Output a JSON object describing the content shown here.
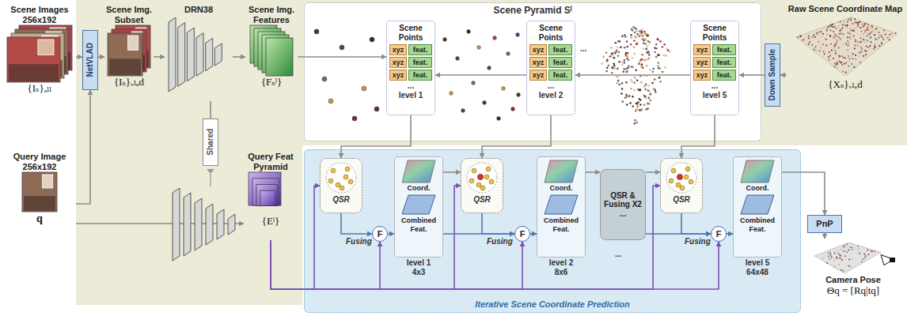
{
  "diagram": {
    "nodes": [
      {
        "text": [
          "Scene Images 256x192",
          "{Iₛ}ₐₗₗ"
        ]
      },
      {
        "text": [
          "NetVLAD"
        ]
      },
      {
        "text": [
          "Scene Img. Subset",
          "{Iₛ}ᵥₗₐd"
        ]
      },
      {
        "text": [
          "DRN38"
        ]
      },
      {
        "text": [
          "Scene Img. Features",
          "{Fₛˡ}"
        ]
      },
      {
        "text": [
          "Scene Pyramid Sˡ"
        ]
      },
      {
        "text": [
          "Scene Points",
          "xyz",
          "feat.",
          "xyz",
          "feat.",
          "xyz",
          "feat.",
          "...",
          "level 1"
        ],
        "in": 5
      },
      {
        "text": [
          "Scene Points",
          "xyz",
          "feat.",
          "xyz",
          "feat.",
          "xyz",
          "feat.",
          "...",
          "level 2"
        ],
        "in": 5
      },
      {
        "text": [
          "Scene Points",
          "xyz",
          "feat.",
          "xyz",
          "feat.",
          "xyz",
          "feat.",
          "...",
          "level 5"
        ],
        "in": 5
      },
      {
        "text": [
          "Down Sample"
        ]
      },
      {
        "text": [
          "Raw Scene Coordinate Map",
          "{Xₛ}ᵥₗₐd"
        ]
      },
      {
        "text": [
          "Shared"
        ]
      },
      {
        "text": [
          "Query Image 256x192",
          "q"
        ]
      },
      {
        "text": [
          "Query Feat Pyramid",
          "{Eˡ}"
        ]
      },
      {
        "text": [
          "Iterative Scene Coordinate Prediction"
        ]
      },
      {
        "text": [
          "QSR"
        ],
        "in": 14
      },
      {
        "text": [
          "F"
        ],
        "in": 14
      },
      {
        "text": [
          "Coord.",
          "Combined Feat.",
          "level 1",
          "4x3"
        ],
        "in": 14
      },
      {
        "text": [
          "QSR"
        ],
        "in": 14
      },
      {
        "text": [
          "F"
        ],
        "in": 14
      },
      {
        "text": [
          "Coord.",
          "Combined Feat.",
          "level 2",
          "8x6"
        ],
        "in": 14
      },
      {
        "text": [
          "QSR & Fusing X2",
          "..."
        ],
        "in": 14
      },
      {
        "text": [
          "QSR"
        ],
        "in": 14
      },
      {
        "text": [
          "F"
        ],
        "in": 14
      },
      {
        "text": [
          "Coord.",
          "Combined Feat.",
          "level 5",
          "64x48"
        ],
        "in": 14
      },
      {
        "text": [
          "PnP"
        ]
      },
      {
        "text": [
          "Camera Pose",
          "Θq = [Rq|tq]"
        ]
      }
    ],
    "edges": [
      {
        "from": 0,
        "to": 1,
        "arrow": "to"
      },
      {
        "from": 12,
        "to": 1,
        "arrow": "to"
      },
      {
        "from": 1,
        "to": 2,
        "arrow": "to"
      },
      {
        "from": 2,
        "to": 3,
        "arrow": "to"
      },
      {
        "from": 3,
        "to": 4,
        "arrow": "to"
      },
      {
        "from": 4,
        "to": 6,
        "arrow": "to"
      },
      {
        "from": 10,
        "to": 9,
        "arrow": "to"
      },
      {
        "from": 9,
        "to": 8,
        "arrow": "to"
      },
      {
        "from": 8,
        "to": 7,
        "arrow": "to"
      },
      {
        "from": 7,
        "to": 6,
        "arrow": "to"
      },
      {
        "from": 11,
        "to": 3,
        "arrow": "none"
      },
      {
        "from": 12,
        "to": 13,
        "arrow": "to"
      },
      {
        "from": 6,
        "to": 15,
        "arrow": "to"
      },
      {
        "from": 7,
        "to": 18,
        "arrow": "to"
      },
      {
        "from": 8,
        "to": 22,
        "arrow": "to"
      },
      {
        "from": 13,
        "to": 15,
        "arrow": "to"
      },
      {
        "from": 13,
        "to": 16,
        "arrow": "to"
      },
      {
        "from": 13,
        "to": 18,
        "arrow": "to"
      },
      {
        "from": 13,
        "to": 19,
        "arrow": "to"
      },
      {
        "from": 13,
        "to": 22,
        "arrow": "to"
      },
      {
        "from": 13,
        "to": 23,
        "arrow": "to"
      },
      {
        "from": 15,
        "to": 16,
        "arrow": "to"
      },
      {
        "from": 16,
        "to": 17,
        "arrow": "to"
      },
      {
        "from": 17,
        "to": 18,
        "arrow": "to"
      },
      {
        "from": 17,
        "to": 19,
        "arrow": "to"
      },
      {
        "from": 18,
        "to": 19,
        "arrow": "to"
      },
      {
        "from": 19,
        "to": 20,
        "arrow": "to"
      },
      {
        "from": 20,
        "to": 21,
        "arrow": "to"
      },
      {
        "from": 21,
        "to": 22,
        "arrow": "to"
      },
      {
        "from": 21,
        "to": 23,
        "arrow": "to"
      },
      {
        "from": 22,
        "to": 23,
        "arrow": "to"
      },
      {
        "from": 23,
        "to": 24,
        "arrow": "to"
      },
      {
        "from": 24,
        "to": 25,
        "arrow": "to"
      },
      {
        "from": 25,
        "to": 26,
        "arrow": "to"
      }
    ],
    "labels": [
      "...",
      "Fusing",
      "Fusing",
      "Fusing",
      "..."
    ]
  }
}
